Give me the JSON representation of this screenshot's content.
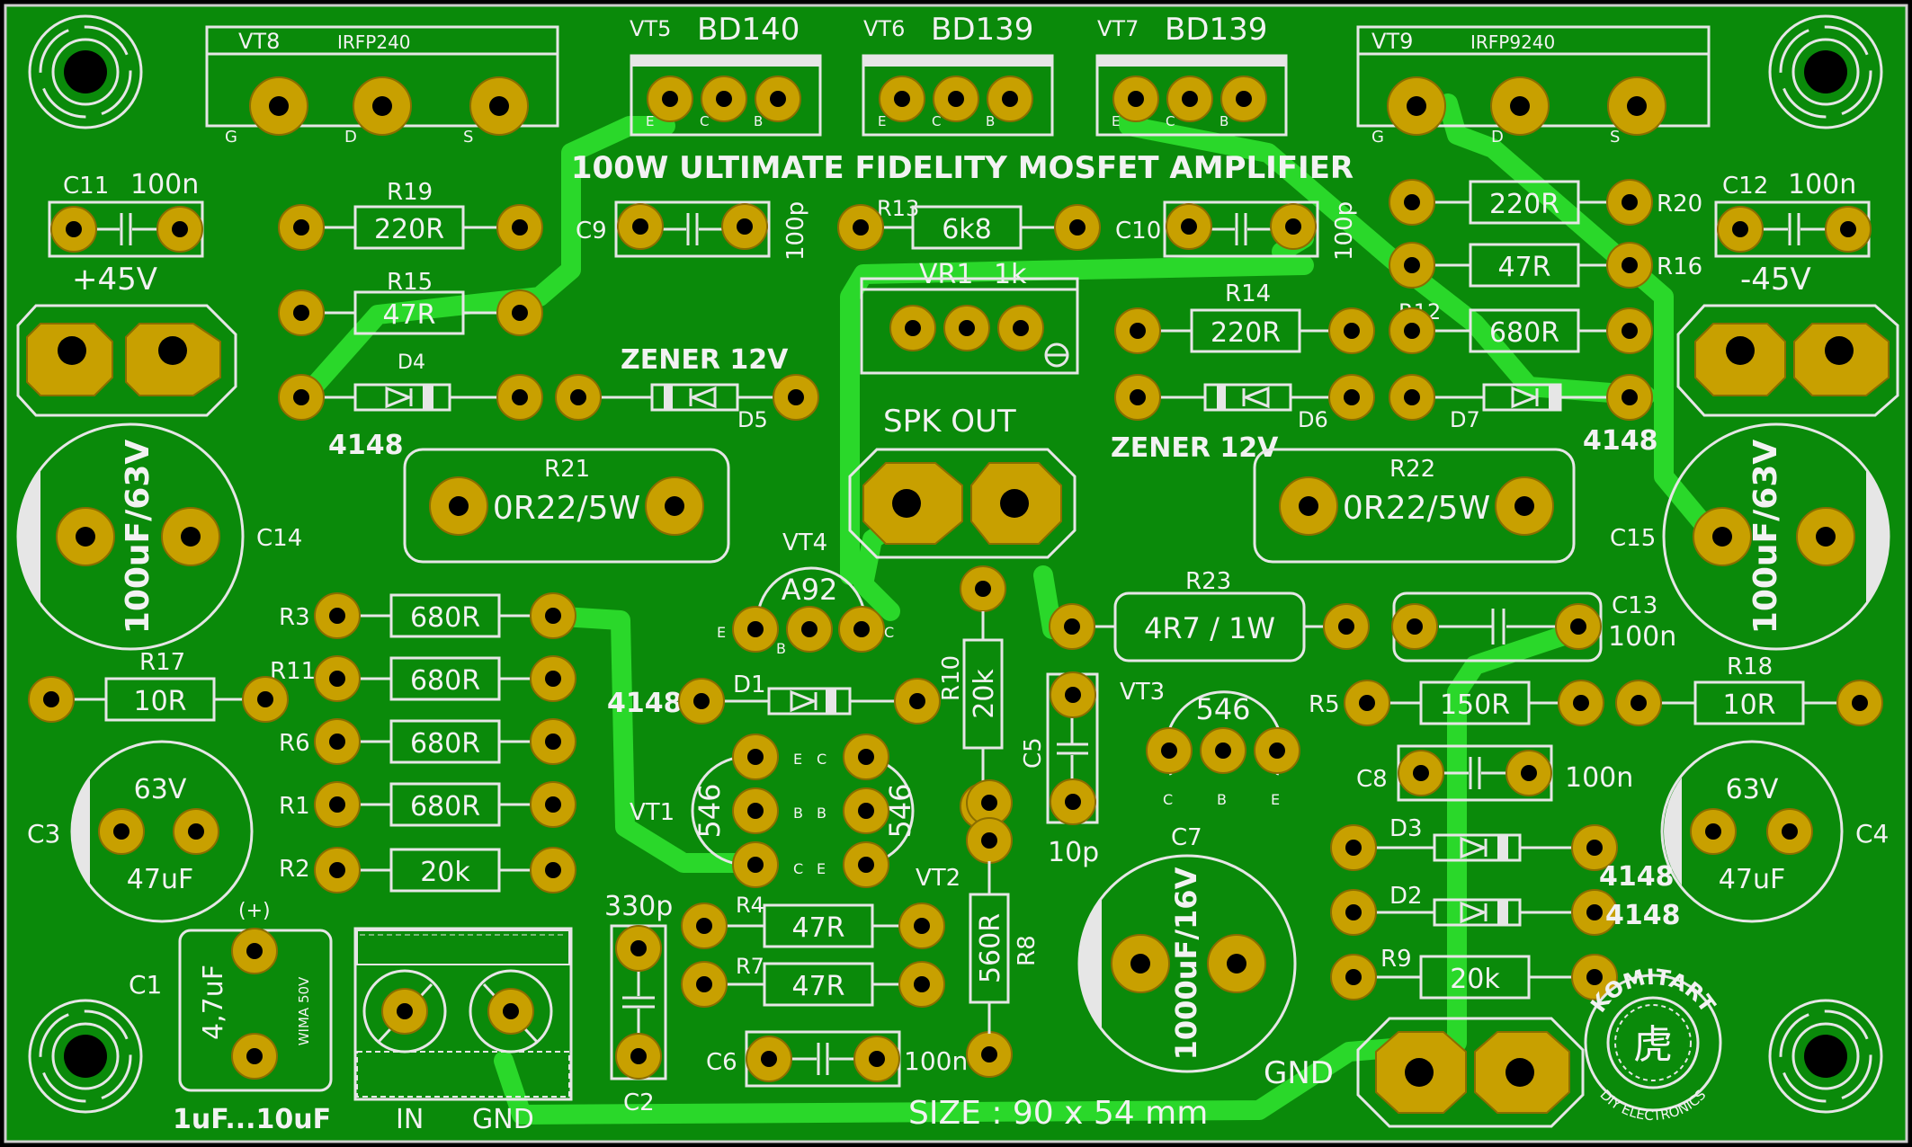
{
  "board": {
    "title": "100W ULTIMATE FIDELITY MOSFET AMPLIFIER",
    "size_label": "SIZE : 90 x 54 mm",
    "brand": "KOMITART",
    "brand_sub": "DIY ELECTRONICS",
    "brand_glyph": "虎",
    "colors": {
      "board": "#0a8a0a",
      "trace": "#2ad82a",
      "pad": "#c8a000",
      "silk": "#e6e6e6"
    }
  },
  "transistors": {
    "vt8": {
      "ref": "VT8",
      "part": "IRFP240",
      "pins": [
        "G",
        "D",
        "S"
      ]
    },
    "vt9": {
      "ref": "VT9",
      "part": "IRFP9240",
      "pins": [
        "G",
        "D",
        "S"
      ]
    },
    "vt5": {
      "ref": "VT5",
      "part": "BD140",
      "pins": [
        "E",
        "C",
        "B"
      ]
    },
    "vt6": {
      "ref": "VT6",
      "part": "BD139",
      "pins": [
        "E",
        "C",
        "B"
      ]
    },
    "vt7": {
      "ref": "VT7",
      "part": "BD139",
      "pins": [
        "E",
        "C",
        "B"
      ]
    },
    "vt4": {
      "ref": "VT4",
      "part": "A92",
      "pins": [
        "E",
        "B",
        "C"
      ]
    },
    "vt3": {
      "ref": "VT3",
      "part": "546",
      "pins": [
        "C",
        "B",
        "E"
      ]
    },
    "vt1": {
      "ref": "VT1",
      "part": "546",
      "pins": [
        "E",
        "B",
        "C"
      ]
    },
    "vt2": {
      "ref": "VT2",
      "part": "546",
      "pins": [
        "C",
        "B",
        "E"
      ]
    }
  },
  "resistors": {
    "r19": {
      "ref": "R19",
      "value": "220R"
    },
    "r15": {
      "ref": "R15",
      "value": "47R"
    },
    "r13": {
      "ref": "R13",
      "value": "6k8"
    },
    "r14": {
      "ref": "R14",
      "value": "220R"
    },
    "r20": {
      "ref": "R20",
      "value": "220R"
    },
    "r16": {
      "ref": "R16",
      "value": "47R"
    },
    "r12": {
      "ref": "R12",
      "value": "680R"
    },
    "r21": {
      "ref": "R21",
      "value": "0R22/5W"
    },
    "r22": {
      "ref": "R22",
      "value": "0R22/5W"
    },
    "r23": {
      "ref": "R23",
      "value": "4R7 / 1W"
    },
    "r3": {
      "ref": "R3",
      "value": "680R"
    },
    "r11": {
      "ref": "R11",
      "value": "680R"
    },
    "r6": {
      "ref": "R6",
      "value": "680R"
    },
    "r1": {
      "ref": "R1",
      "value": "680R"
    },
    "r2": {
      "ref": "R2",
      "value": "20k"
    },
    "r17": {
      "ref": "R17",
      "value": "10R"
    },
    "r18": {
      "ref": "R18",
      "value": "10R"
    },
    "r5": {
      "ref": "R5",
      "value": "150R"
    },
    "r10": {
      "ref": "R10",
      "value": "20k"
    },
    "r8": {
      "ref": "R8",
      "value": "560R"
    },
    "r4": {
      "ref": "R4",
      "value": "47R"
    },
    "r7": {
      "ref": "R7",
      "value": "47R"
    },
    "r9": {
      "ref": "R9",
      "value": "20k"
    }
  },
  "capacitors": {
    "c11": {
      "ref": "C11",
      "value": "100n"
    },
    "c12": {
      "ref": "C12",
      "value": "100n"
    },
    "c9": {
      "ref": "C9",
      "value": "100p"
    },
    "c10": {
      "ref": "C10",
      "value": "100p"
    },
    "c14": {
      "ref": "C14",
      "value": "100uF/63V"
    },
    "c15": {
      "ref": "C15",
      "value": "100uF/63V"
    },
    "c13": {
      "ref": "C13",
      "value": "100n"
    },
    "c8": {
      "ref": "C8",
      "value": "100n"
    },
    "c5": {
      "ref": "C5",
      "value": "10p"
    },
    "c7": {
      "ref": "C7",
      "value": "1000uF/16V"
    },
    "c3": {
      "ref": "C3",
      "value_top": "63V",
      "value_bottom": "47uF"
    },
    "c4": {
      "ref": "C4",
      "value_top": "63V",
      "value_bottom": "47uF"
    },
    "c1": {
      "ref": "C1",
      "value": "4,7uF",
      "rating": "WIMA 50V",
      "polarity": "(+)",
      "range": "1uF...10uF"
    },
    "c2": {
      "ref": "C2",
      "value": "330p"
    },
    "c6": {
      "ref": "C6",
      "value": "100n"
    }
  },
  "diodes": {
    "d4": {
      "ref": "D4",
      "value": "4148"
    },
    "d5": {
      "ref": "D5",
      "value": "ZENER 12V"
    },
    "d6": {
      "ref": "D6",
      "value": "ZENER 12V"
    },
    "d7": {
      "ref": "D7",
      "value": "4148"
    },
    "d1": {
      "ref": "D1",
      "value": "4148"
    },
    "d3": {
      "ref": "D3",
      "value": "4148"
    },
    "d2": {
      "ref": "D2",
      "value": "4148"
    }
  },
  "vr1": {
    "ref": "VR1",
    "value": "1k"
  },
  "connectors": {
    "pos_supply": "+45V",
    "neg_supply": "-45V",
    "spk_out": "SPK OUT",
    "gnd_power": "GND",
    "input": "IN",
    "input_gnd": "GND"
  }
}
